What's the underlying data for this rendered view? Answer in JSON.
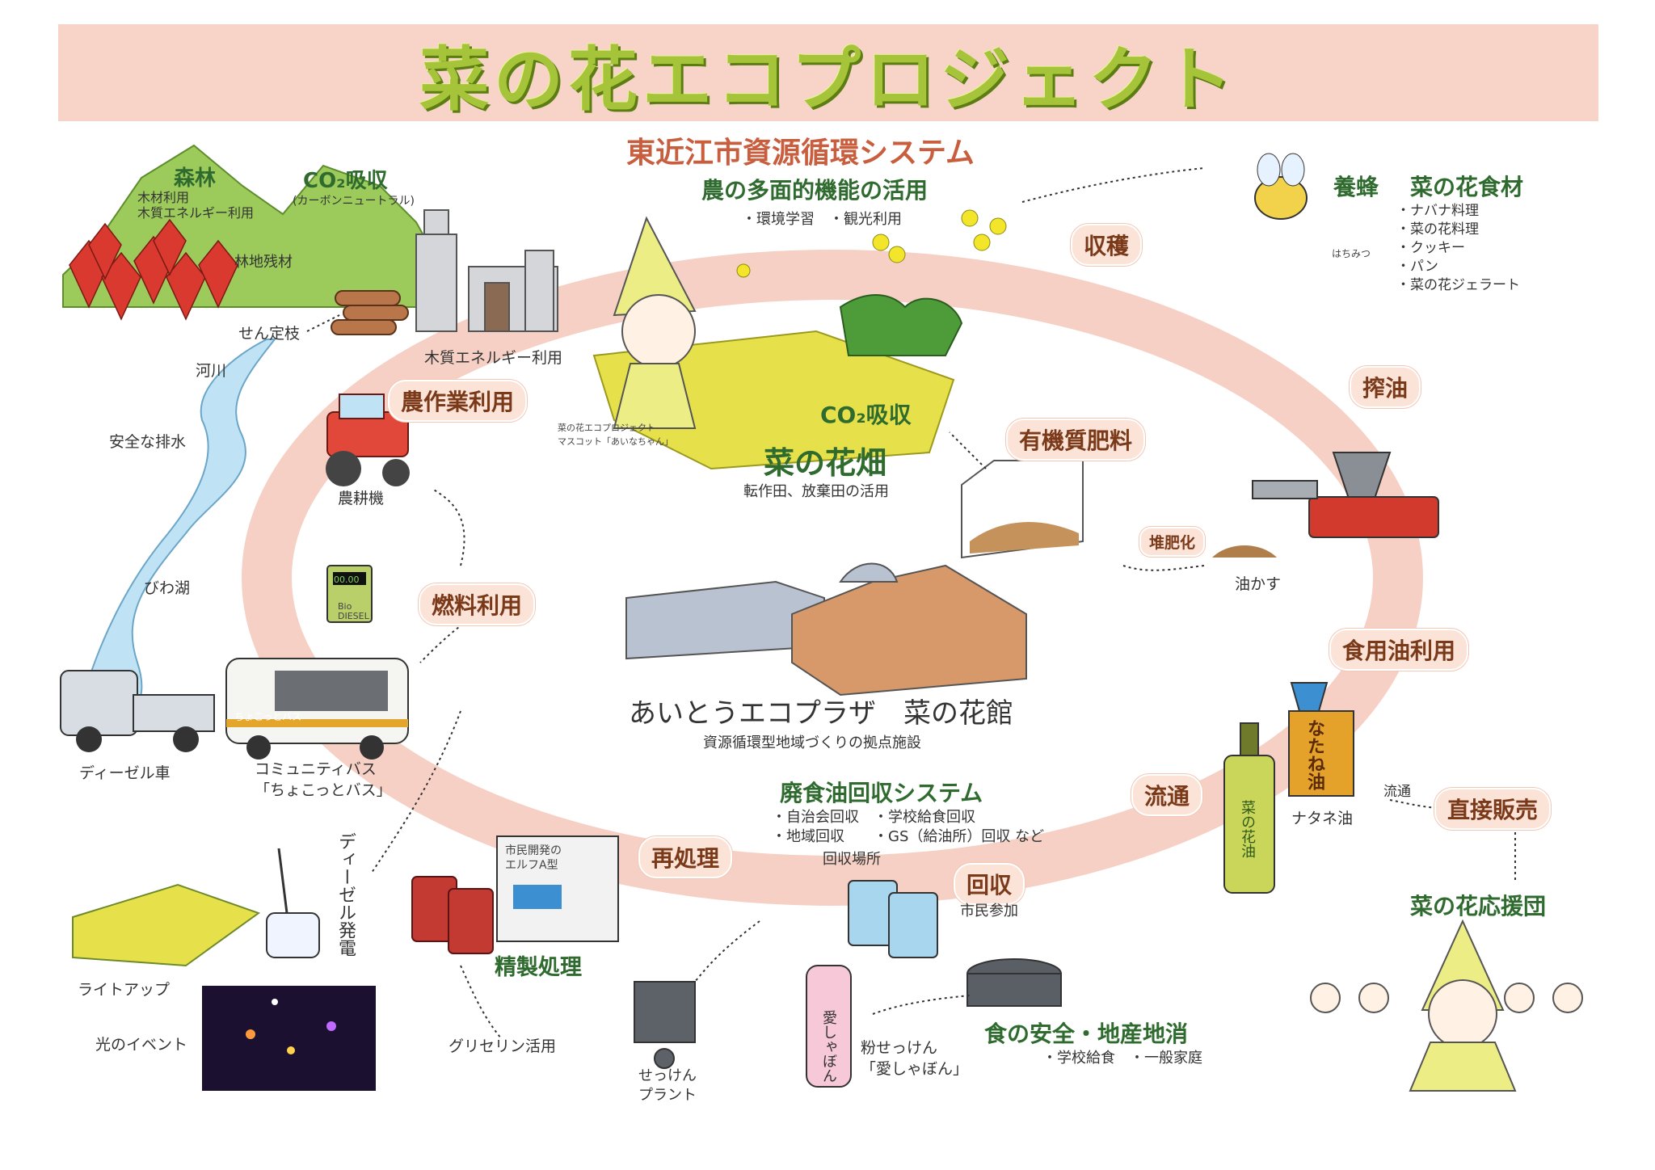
{
  "title": "菜の花エコプロジェクト",
  "subtitle": "東近江市資源循環システム",
  "forest": {
    "title": "森林",
    "uses": [
      "木材利用",
      "木質エネルギー利用"
    ],
    "residue": "林地残材",
    "pruning": "せん定枝"
  },
  "co2_top": {
    "title": "CO₂吸収",
    "sub": "(カーボンニュートラル)"
  },
  "wood_energy": "木質エネルギー利用",
  "river": "河川",
  "safe_drainage": "安全な排水",
  "biwako": "びわ湖",
  "farm": {
    "title": "農の多面的機能の活用",
    "items": "・環境学習　・観光利用"
  },
  "mascot_caption": [
    "菜の花エコプロジェクト",
    "マスコット「あいなちゃん」"
  ],
  "field": {
    "co2": "CO₂吸収",
    "title": "菜の花畑",
    "sub": "転作田、放棄田の活用"
  },
  "labels": {
    "harvest": "収穫",
    "farmwork": "農作業利用",
    "fertilizer": "有機質肥料",
    "press": "搾油",
    "compost": "堆肥化",
    "cooking_oil": "食用油利用",
    "fuel": "燃料利用",
    "reprocess": "再処理",
    "distribution": "流通",
    "collection": "回収",
    "direct_sales": "直接販売"
  },
  "tractor": "農耕機",
  "bio_diesel": [
    "Bio",
    "DIESEL"
  ],
  "pump_display": "00.00",
  "oil_cake": "油かす",
  "bees": {
    "beekeeping": "養蜂",
    "food_title": "菜の花食材",
    "foods": [
      "・ナバナ料理",
      "・菜の花料理",
      "・クッキー",
      "・パン",
      "・菜の花ジェラート"
    ],
    "honey": "はちみつ"
  },
  "plaza": {
    "title": "あいとうエコプラザ　菜の花館",
    "sub": "資源循環型地域づくりの拠点施設"
  },
  "vehicles": {
    "diesel_car": "ディーゼル車",
    "bus": [
      "コミュニティバス",
      "「ちょこっとバス」"
    ],
    "bus_sign": "ちょこっとバス"
  },
  "diesel_power": "ディーゼル発電",
  "lightup": "ライトアップ",
  "light_event": "光のイベント",
  "glycerin": "グリセリン活用",
  "refining": {
    "title": "精製処理",
    "machine": [
      "市民開発の",
      "エルフA型"
    ]
  },
  "waste_oil": {
    "title": "廃食油回収システム",
    "rows": [
      "・自治会回収　・学校給食回収",
      "・地域回収　　・GS（給油所）回収 など"
    ],
    "place": "回収場所",
    "citizen": "市民参加"
  },
  "soap": {
    "plant": [
      "せっけん",
      "プラント"
    ],
    "name": [
      "粉せっけん",
      "「愛しゃぼん」"
    ],
    "bottle": "愛しゃぼん"
  },
  "food_safety": {
    "title": "食の安全・地産地消",
    "sub": "・学校給食　・一般家庭"
  },
  "rapeseed_oil": {
    "can": "なたね油",
    "name": "ナタネ油",
    "bottle": "菜の花油",
    "flow": "流通"
  },
  "supporters": "菜の花応援団",
  "colors": {
    "ring": "#f6d0c4",
    "title_green": "#a6c43a",
    "heading_green": "#2f6b2f",
    "pill_bg": "#fbe3d7",
    "subtitle_red": "#c85e3e"
  }
}
